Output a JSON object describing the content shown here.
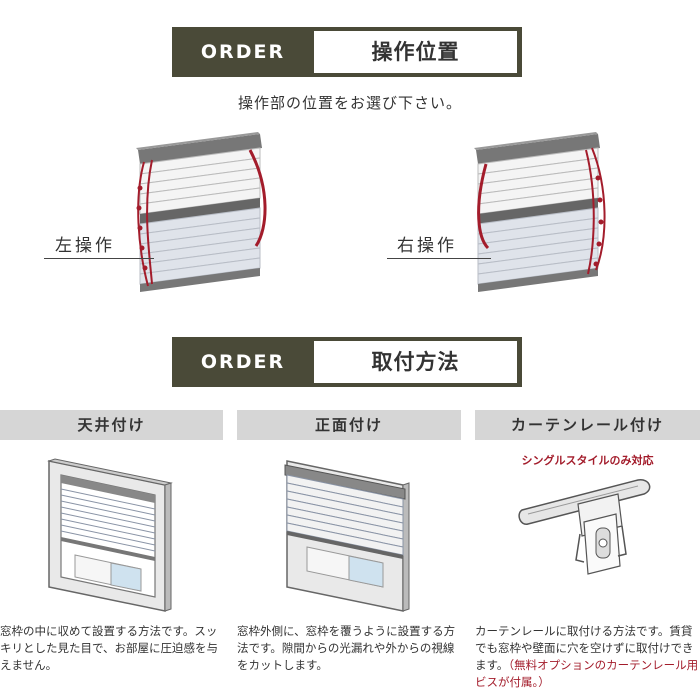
{
  "section1": {
    "tag": "ORDER",
    "title": "操作位置",
    "subtitle": "操作部の位置をお選び下さい。",
    "options": [
      {
        "label": "左操作"
      },
      {
        "label": "右操作"
      }
    ]
  },
  "section2": {
    "tag": "ORDER",
    "title": "取付方法",
    "methods": [
      {
        "label": "天井付け",
        "desc": "窓枠の中に収めて設置する方法です。スッキリとした見た目で、お部屋に圧迫感を与えません。"
      },
      {
        "label": "正面付け",
        "desc": "窓枠外側に、窓枠を覆うように設置する方法です。隙間からの光漏れや外からの視線をカットします。"
      },
      {
        "label": "カーテンレール付け",
        "note": "シングルスタイルのみ対応",
        "desc": "カーテンレールに取付ける方法です。賃貸でも窓枠や壁面に穴を空けずに取付けできます。",
        "desc_em": "（無料オプションのカーテンレール用ビスが付属。）"
      }
    ]
  },
  "colors": {
    "banner": "#4a4a38",
    "cord": "#a31c2b",
    "header_bg": "#d6d6d6"
  }
}
